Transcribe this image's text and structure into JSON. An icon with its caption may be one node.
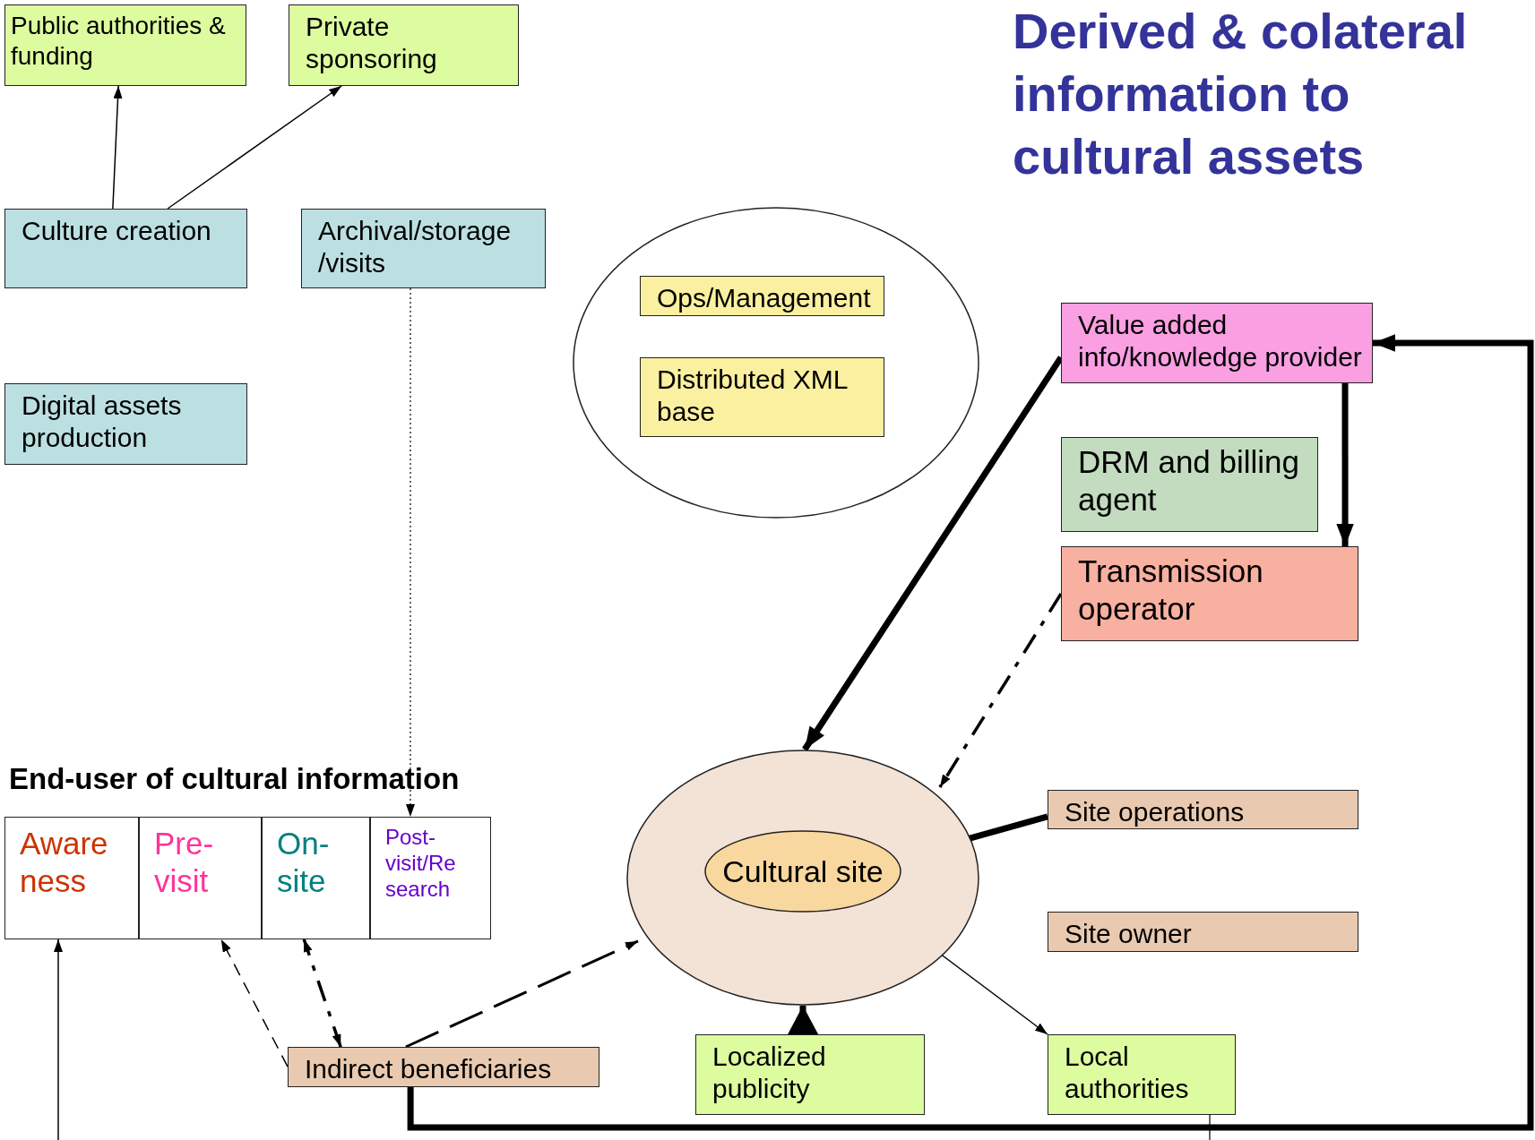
{
  "diagram": {
    "title": "Derived & colateral information to cultural assets",
    "nodes": [
      {
        "text": [
          "Public authorities &  funding"
        ]
      },
      {
        "text": [
          "Private sponsoring"
        ]
      },
      {
        "text": [
          "Culture creation"
        ]
      },
      {
        "text": [
          "Archival/storage /visits"
        ]
      },
      {
        "text": [
          "Digital assets production"
        ]
      },
      {
        "text": [],
        "shape": "ellipse"
      },
      {
        "text": [
          "Ops/Management"
        ],
        "in": 5
      },
      {
        "text": [
          "Distributed XML base"
        ],
        "in": 5
      },
      {
        "text": [
          "Value added info/knowledge provider"
        ]
      },
      {
        "text": [
          "DRM and billing agent"
        ]
      },
      {
        "text": [
          "Transmission operator"
        ]
      },
      {
        "text": [
          "End-user of cultural information"
        ]
      },
      {
        "text": [
          "Aware ness"
        ],
        "in": 11
      },
      {
        "text": [
          "Pre-visit"
        ],
        "in": 11
      },
      {
        "text": [
          "On-site"
        ],
        "in": 11
      },
      {
        "text": [
          "Post-visit/Re search"
        ],
        "in": 11
      },
      {
        "text": [],
        "shape": "ellipse"
      },
      {
        "text": [
          "Cultural site"
        ],
        "in": 16
      },
      {
        "text": [
          "Site operations"
        ]
      },
      {
        "text": [
          "Site owner"
        ]
      },
      {
        "text": [
          "Indirect beneficiaries"
        ]
      },
      {
        "text": [
          "Localized publicity"
        ]
      },
      {
        "text": [
          "Local authorities"
        ]
      }
    ],
    "edges": [
      {
        "from": 2,
        "to": 0,
        "arrow": "to"
      },
      {
        "from": 2,
        "to": 1,
        "arrow": "to"
      },
      {
        "from": 3,
        "to": 15,
        "arrow": "to",
        "style": "dashed"
      },
      {
        "from": 8,
        "to": 16,
        "arrow": "to",
        "style": "thick"
      },
      {
        "from": 8,
        "to": 10,
        "arrow": "to",
        "style": "thick"
      },
      {
        "from": 10,
        "to": 16,
        "arrow": "to",
        "style": "dashed"
      },
      {
        "from": 18,
        "to": 17,
        "arrow": "to",
        "style": "thick"
      },
      {
        "from": 22,
        "to": 17,
        "arrow": "both"
      },
      {
        "from": 21,
        "to": 16,
        "arrow": "to",
        "style": "thick"
      },
      {
        "from": 20,
        "to": 16,
        "arrow": "to",
        "style": "dashed"
      },
      {
        "from": 20,
        "to": 13,
        "arrow": "to",
        "style": "dashed"
      },
      {
        "from": 20,
        "to": 14,
        "arrow": "both",
        "style": "dashed"
      },
      {
        "from": 20,
        "to": 8,
        "arrow": "to",
        "style": "thick"
      },
      {
        "from": null,
        "to": 12,
        "arrow": "to"
      },
      {
        "from": 22,
        "to": null,
        "arrow": "none"
      }
    ]
  }
}
